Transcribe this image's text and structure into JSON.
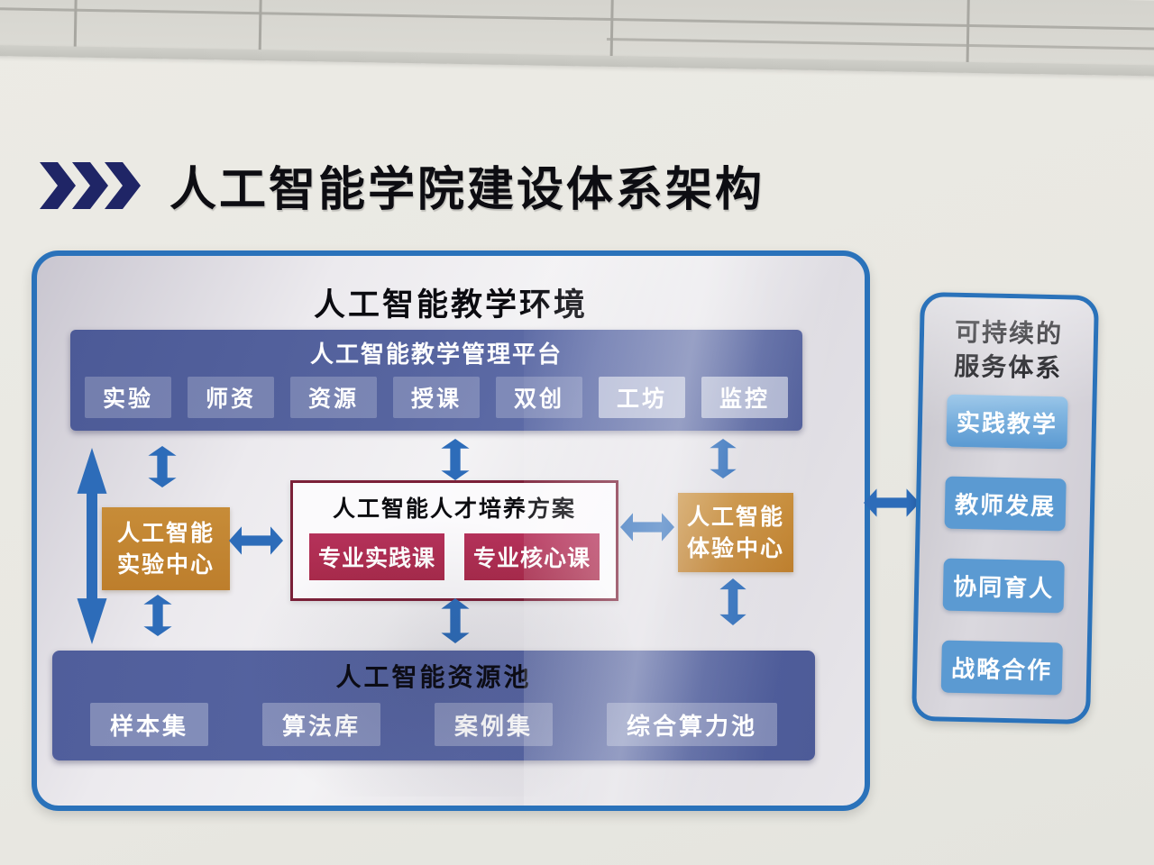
{
  "heading": {
    "title": "人工智能学院建设体系架构"
  },
  "main_panel": {
    "title": "人工智能教学环境",
    "platform_bar": {
      "title": "人工智能教学管理平台",
      "items": [
        "实验",
        "师资",
        "资源",
        "授课",
        "双创",
        "工坊",
        "监控"
      ]
    },
    "left_box": {
      "line1": "人工智能",
      "line2": "实验中心"
    },
    "center_box": {
      "title": "人工智能人才培养方案",
      "items": [
        "专业实践课",
        "专业核心课"
      ]
    },
    "right_box": {
      "line1": "人工智能",
      "line2": "体验中心"
    },
    "resource_bar": {
      "title": "人工智能资源池",
      "items": [
        "样本集",
        "算法库",
        "案例集",
        "综合算力池"
      ]
    }
  },
  "side_panel": {
    "title_line1": "可持续的",
    "title_line2": "服务体系",
    "items": [
      "实践教学",
      "教师发展",
      "协同育人",
      "战略合作"
    ]
  },
  "colors": {
    "chevron_navy": "#1f2566",
    "panel_border_blue": "#2a72ba",
    "bar_blue": "#4e5c99",
    "arrow_blue": "#2d6cb9",
    "red_box": "#b02c4e",
    "red_border": "#7b2038",
    "orange_box": "#c08231",
    "side_item_blue": "#5b9ad2"
  }
}
